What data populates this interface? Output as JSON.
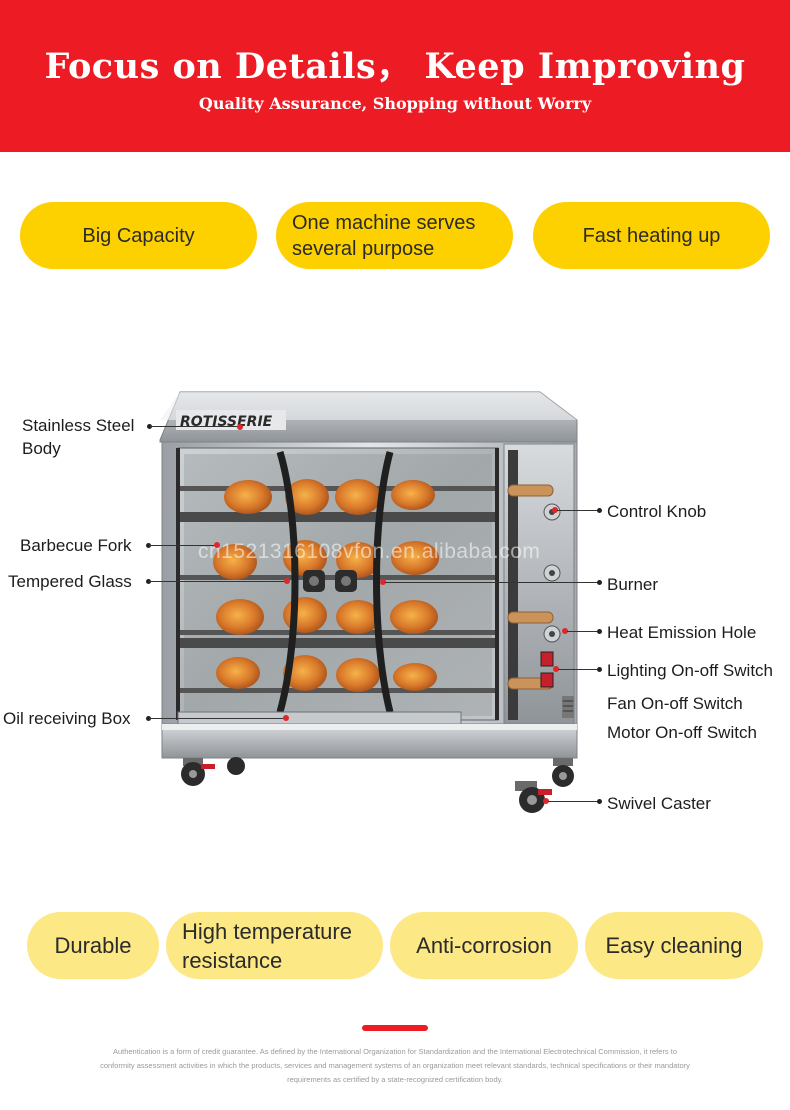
{
  "banner": {
    "title": "Focus on Details， Keep Improving",
    "subtitle": "Quality Assurance, Shopping without Worry",
    "background": "#ed1c24"
  },
  "top_features": [
    "Big Capacity",
    "One machine serves several purpose",
    "Fast heating up"
  ],
  "machine": {
    "brand": "ROTISSERIE",
    "watermark": "cn1521316108vfon.en.alibaba.com"
  },
  "left_labels": {
    "body": "Stainless Steel Body",
    "fork": "Barbecue Fork",
    "glass": "Tempered Glass",
    "oil_box": "Oil receiving Box"
  },
  "right_labels": {
    "knob": "Control Knob",
    "burner": "Burner",
    "heat_hole": "Heat Emission Hole",
    "lighting": "Lighting On-off Switch",
    "fan": "Fan On-off Switch",
    "motor": "Motor On-off Switch",
    "caster": "Swivel Caster"
  },
  "bottom_features": [
    "Durable",
    "High temperature resistance",
    "Anti-corrosion",
    "Easy cleaning"
  ],
  "footer": {
    "text": "Authentication is a form of credit guarantee. As defined by the International Organization for Standardization and the International Electrotechnical Commission, it refers to conformity assessment activities in which the products, services and management systems of an organization meet relevant standards, technical specifications or their mandatory requirements as certified by a state-recognized certification body."
  },
  "colors": {
    "accent_red": "#ed1c24",
    "pill_yellow": "#fdd000",
    "pill_pale_yellow": "#fce884"
  }
}
